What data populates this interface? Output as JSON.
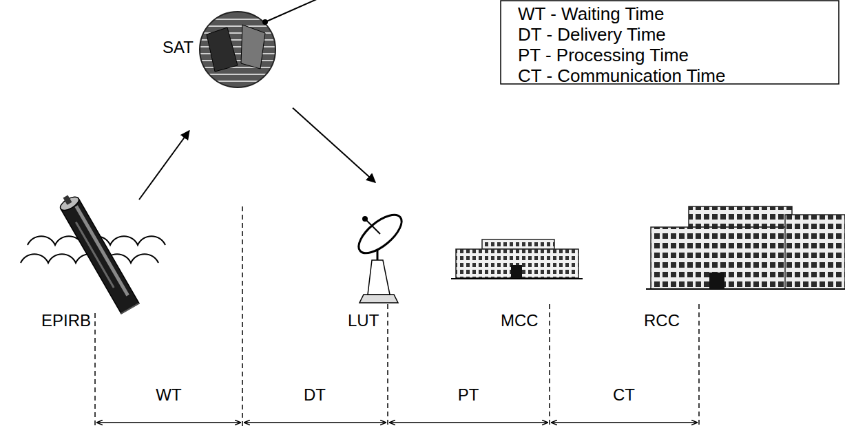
{
  "diagram": {
    "nodes": [
      {
        "text": [
          "EPIRB"
        ]
      },
      {
        "text": [
          "SAT"
        ]
      },
      {
        "text": [
          "LUT"
        ]
      },
      {
        "text": [
          "MCC"
        ]
      },
      {
        "text": [
          "RCC"
        ]
      }
    ],
    "edges": [
      {
        "from": 0,
        "to": 1,
        "arrow": "to"
      },
      {
        "from": 1,
        "to": 2,
        "arrow": "to"
      }
    ],
    "labels": [
      "WT",
      "DT",
      "PT",
      "CT"
    ],
    "legend": [
      {
        "text": "WT - Waiting Time"
      },
      {
        "text": "DT - Delivery Time"
      },
      {
        "text": "PT - Processing Time"
      },
      {
        "text": "CT - Communication Time"
      }
    ]
  }
}
